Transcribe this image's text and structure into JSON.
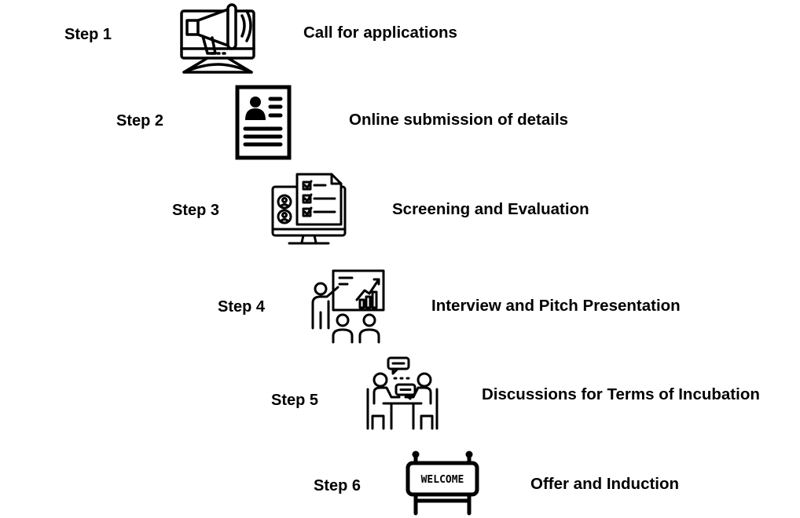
{
  "steps": [
    {
      "label": "Step 1",
      "description": "Call for applications",
      "icon": "megaphone-monitor-icon"
    },
    {
      "label": "Step 2",
      "description": "Online submission of details",
      "icon": "resume-document-icon"
    },
    {
      "label": "Step 3",
      "description": "Screening and Evaluation",
      "icon": "checklist-monitor-icon"
    },
    {
      "label": "Step 4",
      "description": "Interview and Pitch Presentation",
      "icon": "presentation-board-icon"
    },
    {
      "label": "Step 5",
      "description": "Discussions for Terms of Incubation",
      "icon": "meeting-discussion-icon"
    },
    {
      "label": "Step 6",
      "description": "Offer and Induction",
      "icon": "welcome-sign-icon"
    }
  ],
  "welcome_sign_text": "WELCOME"
}
